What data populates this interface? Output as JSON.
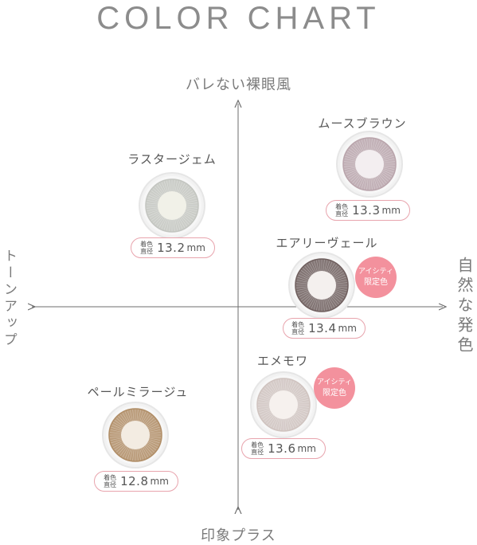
{
  "title": "COLOR CHART",
  "axes": {
    "top": "バレない裸眼風",
    "bottom": "印象プラス",
    "left": "トーンアップ",
    "right": "自然な発色"
  },
  "badge_label_line1": "着色",
  "badge_label_line2": "直径",
  "limited_line1": "アイシティ",
  "limited_line2": "限定色",
  "colors": {
    "badge_border": "#e8a4ad",
    "limited_bg": "#f3919d",
    "axis": "#6e6e6e"
  },
  "lenses": [
    {
      "name": "ムースブラウン",
      "diameter": "13.3",
      "unit": "mm",
      "limited": false,
      "ring": "#b9a4ab",
      "inner": "#f3eef0"
    },
    {
      "name": "ラスタージェム",
      "diameter": "13.2",
      "unit": "mm",
      "limited": false,
      "ring": "#c3c5c0",
      "inner": "#f1f1e8"
    },
    {
      "name": "エアリーヴェール",
      "diameter": "13.4",
      "unit": "mm",
      "limited": true,
      "ring": "#6f5f5e",
      "inner": "#f4f0ee"
    },
    {
      "name": "エメモワ",
      "diameter": "13.6",
      "unit": "mm",
      "limited": true,
      "ring": "#cfc3bf",
      "inner": "#f6f1ee"
    },
    {
      "name": "ペールミラージュ",
      "diameter": "12.8",
      "unit": "mm",
      "limited": false,
      "ring": "#b08d66",
      "inner": "#f3ece2"
    }
  ]
}
